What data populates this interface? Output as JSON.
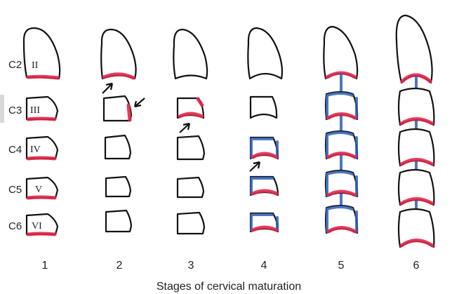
{
  "vertebra_labels": [
    "C2",
    "C3",
    "C4",
    "C5",
    "C6"
  ],
  "roman_numerals": [
    "II",
    "III",
    "IV",
    "V",
    "VI"
  ],
  "stage_numbers": [
    "1",
    "2",
    "3",
    "4",
    "5",
    "6"
  ],
  "caption": "Stages of cervical maturation",
  "colors": {
    "concavity": "#e0284a",
    "shading": "#2f5fb3",
    "outline": "#111111"
  }
}
